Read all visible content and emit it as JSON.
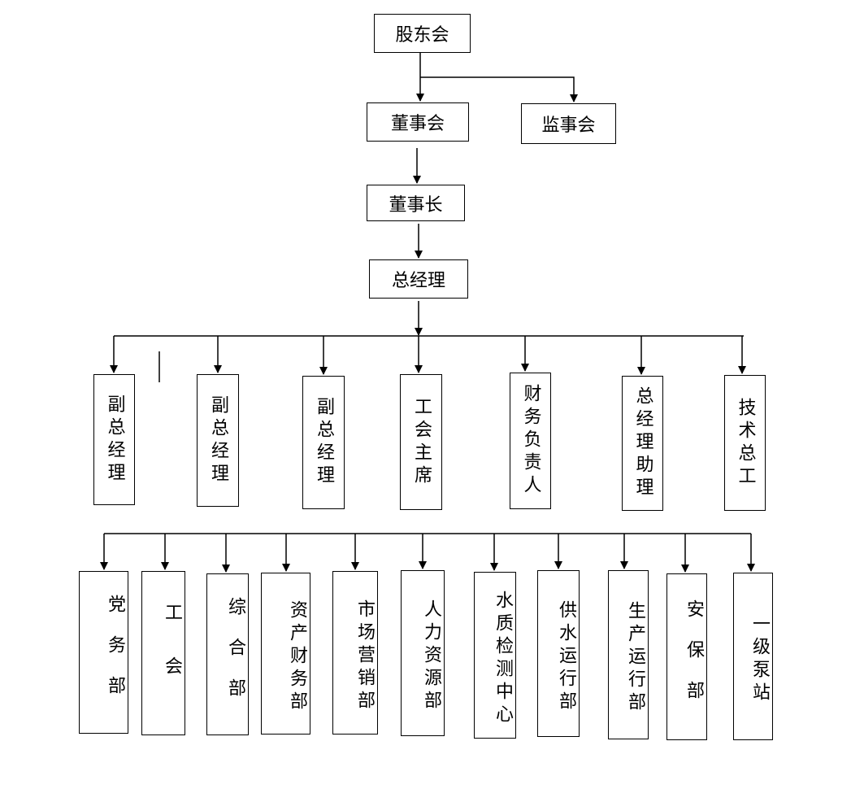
{
  "nodes": {
    "shareholders": "股东会",
    "board": "董事会",
    "supervisors": "监事会",
    "chairman": "董事长",
    "general_manager": "总经理"
  },
  "executives": [
    "副总经理",
    "副总经理",
    "副总经理",
    "工会主席",
    "财务负责人",
    "总经理助理",
    "技术总工"
  ],
  "departments": [
    "党务部",
    "工会",
    "综合部",
    "资产财务部",
    "市场营销部",
    "人力资源部",
    "水质检测中心",
    "供水运行部",
    "生产运行部",
    "安保部",
    "一级泵站"
  ]
}
